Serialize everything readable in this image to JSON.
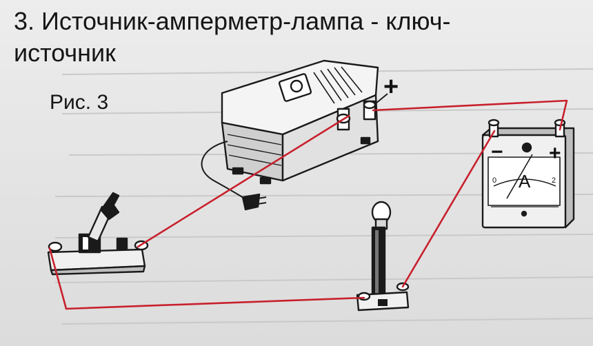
{
  "task": {
    "title_line1": "3. Источник-амперметр-лампа - ключ-",
    "title_line2": "источник",
    "figure_caption": "Рис. 3"
  },
  "source": {
    "plus_label": "+"
  },
  "ammeter": {
    "minus_label": "−",
    "plus_label": "+",
    "unit_label": "A",
    "scale_left": "0",
    "scale_right": "2"
  },
  "colors": {
    "wire": "#c8202c",
    "ink": "#1a1a1a",
    "paper": "#e6e6e6"
  },
  "icons": {
    "source": "power-supply-icon",
    "ammeter": "ammeter-icon",
    "lamp": "lamp-icon",
    "switch": "knife-switch-icon"
  }
}
